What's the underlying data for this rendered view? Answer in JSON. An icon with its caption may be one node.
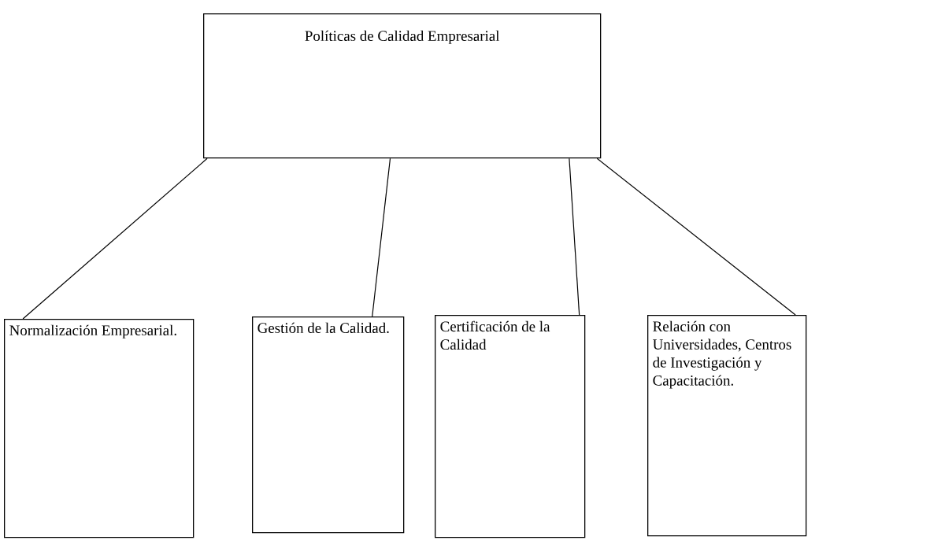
{
  "diagram": {
    "nodes": [
      {
        "text": [
          "Políticas de Calidad Empresarial"
        ]
      },
      {
        "text": [
          "Normalización Empresarial."
        ]
      },
      {
        "text": [
          "Gestión de la Calidad."
        ]
      },
      {
        "text": [
          "Certificación de la Calidad"
        ]
      },
      {
        "text": [
          "Relación con Universidades, Centros de Investigación y Capacitación."
        ]
      }
    ],
    "edges": [
      {
        "from": 0,
        "to": 1,
        "arrow": "none"
      },
      {
        "from": 0,
        "to": 2,
        "arrow": "none"
      },
      {
        "from": 0,
        "to": 3,
        "arrow": "none"
      },
      {
        "from": 0,
        "to": 4,
        "arrow": "none"
      }
    ]
  }
}
